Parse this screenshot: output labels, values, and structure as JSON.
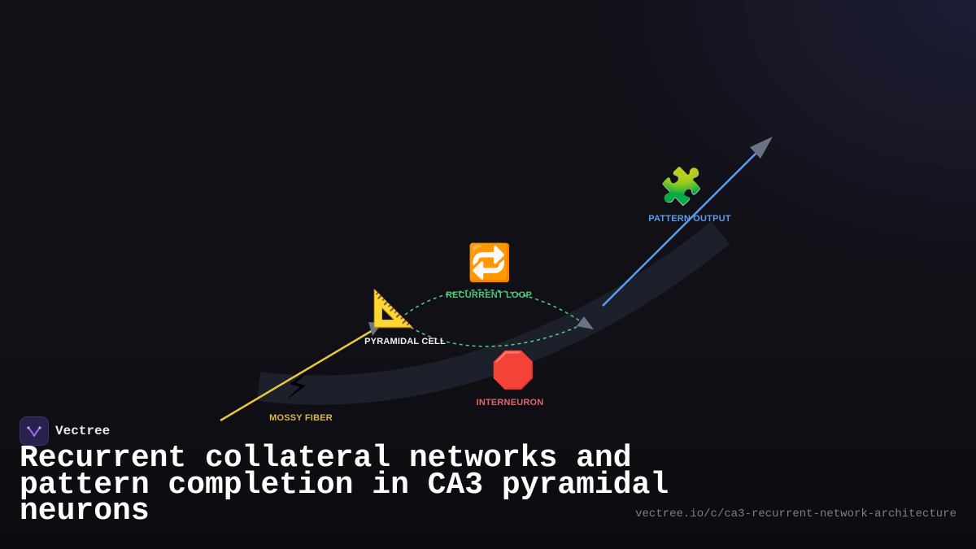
{
  "nodes": {
    "mossy_fiber": {
      "icon": "⚡",
      "label": "MOSSY FIBER",
      "color": "#d9b847"
    },
    "pyramidal_cell": {
      "icon": "📐",
      "label": "PYRAMIDAL CELL",
      "color": "#f2f2f2"
    },
    "recurrent_loop": {
      "icon": "🔁",
      "label": "RECURRENT LOOP",
      "color": "#4cc97a"
    },
    "interneuron": {
      "icon": "🛑",
      "label": "INTERNEURON",
      "color": "#e06666"
    },
    "pattern_output": {
      "icon": "🧩",
      "label": "PATTERN OUTPUT",
      "color": "#5b9bf0"
    }
  },
  "brand": {
    "name": "Vectree",
    "logo_icon": "vectree-logo-icon"
  },
  "title": "Recurrent collateral networks and pattern completion in CA3 pyramidal neurons",
  "url": "vectree.io/c/ca3-recurrent-network-architecture",
  "colors": {
    "background": "#111016",
    "band": "#1c202b",
    "mossy_line": "#f0cf3a",
    "loop_line": "#4cc97a",
    "output_line": "#5b9bf0",
    "arrowhead": "#6b7385"
  }
}
